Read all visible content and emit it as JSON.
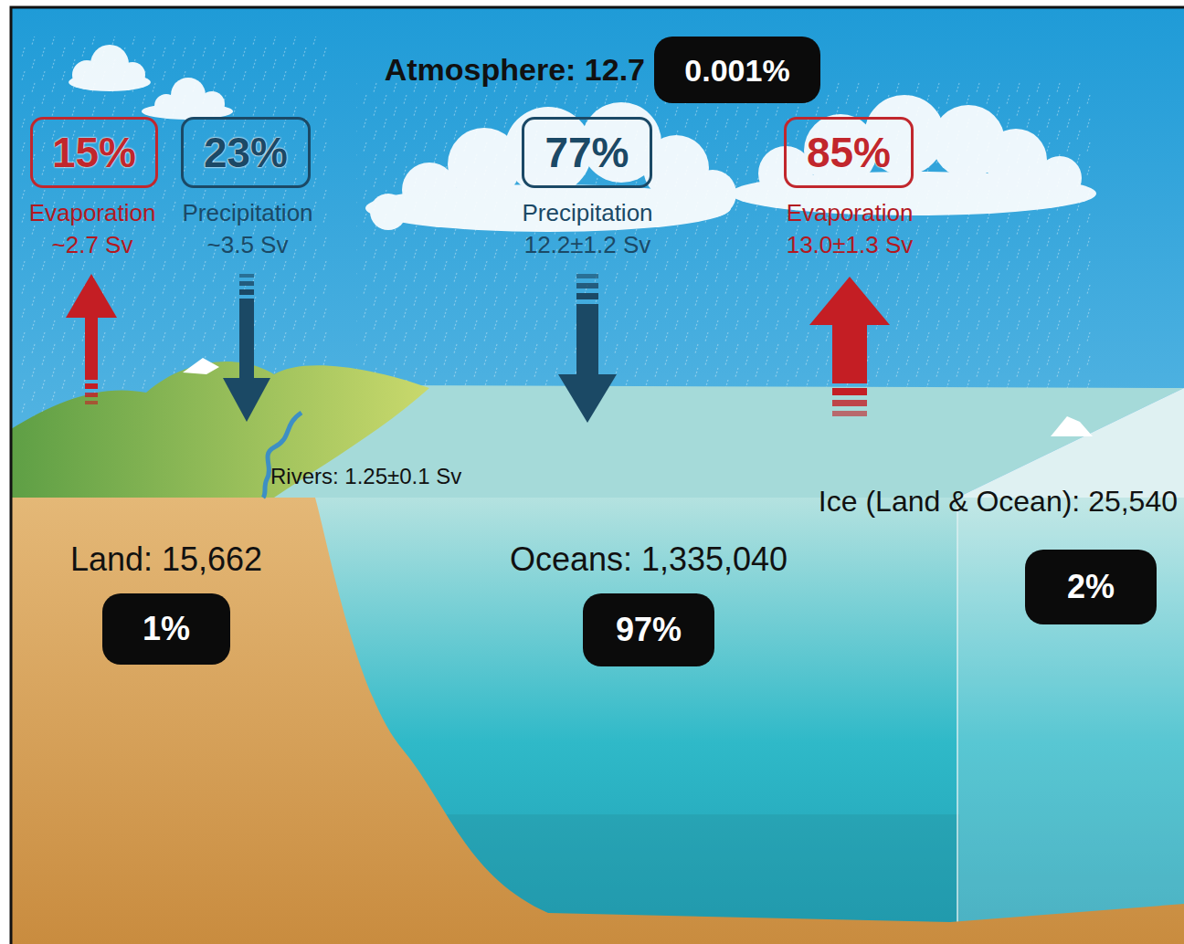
{
  "diagram": {
    "nodes": [
      {
        "text": [
          "Atmosphere: 12.7",
          "0.001%"
        ]
      },
      {
        "text": [
          "15%",
          "Evaporation",
          "~2.7 Sv"
        ]
      },
      {
        "text": [
          "23%",
          "Precipitation",
          "~3.5 Sv"
        ]
      },
      {
        "text": [
          "77%",
          "Precipitation",
          "12.2±1.2 Sv"
        ]
      },
      {
        "text": [
          "85%",
          "Evaporation",
          "13.0±1.3 Sv"
        ]
      },
      {
        "text": [
          "Land: 15,662",
          "1%"
        ]
      },
      {
        "text": [
          "Oceans: 1,335,040",
          "97%"
        ]
      },
      {
        "text": [
          "Ice (Land & Ocean): 25,540",
          "2%"
        ]
      }
    ],
    "labels": [
      "Rivers: 1.25±0.1 Sv"
    ]
  }
}
